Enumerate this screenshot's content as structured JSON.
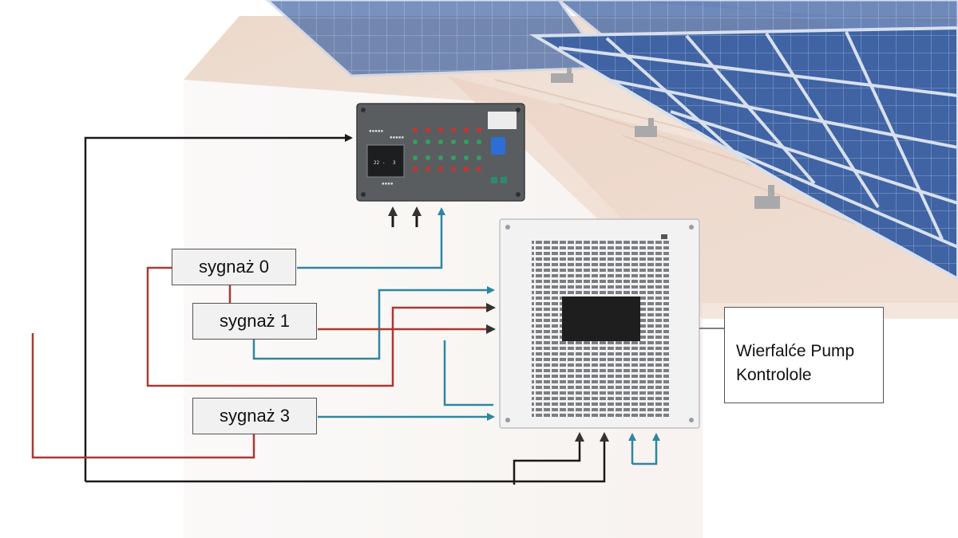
{
  "signals": {
    "signal_0": "sygnaż 0",
    "signal_1": "sygnaż 1",
    "signal_3": "sygnaż 3"
  },
  "pump_controller_label": {
    "line1": "Wierfalće Pump",
    "line2": "Kontrolole"
  },
  "colors": {
    "black_wire": "#1a1a1a",
    "red_wire": "#a83a32",
    "teal_wire": "#2f86a1",
    "panel_blue": "#3c5d9c",
    "controller_body": "#f2f2f3"
  },
  "icons": {
    "roof_panels": "solar-panel-array-icon",
    "controller": "control-panel-icon",
    "pump_unit": "ventilated-pump-controller-icon"
  }
}
